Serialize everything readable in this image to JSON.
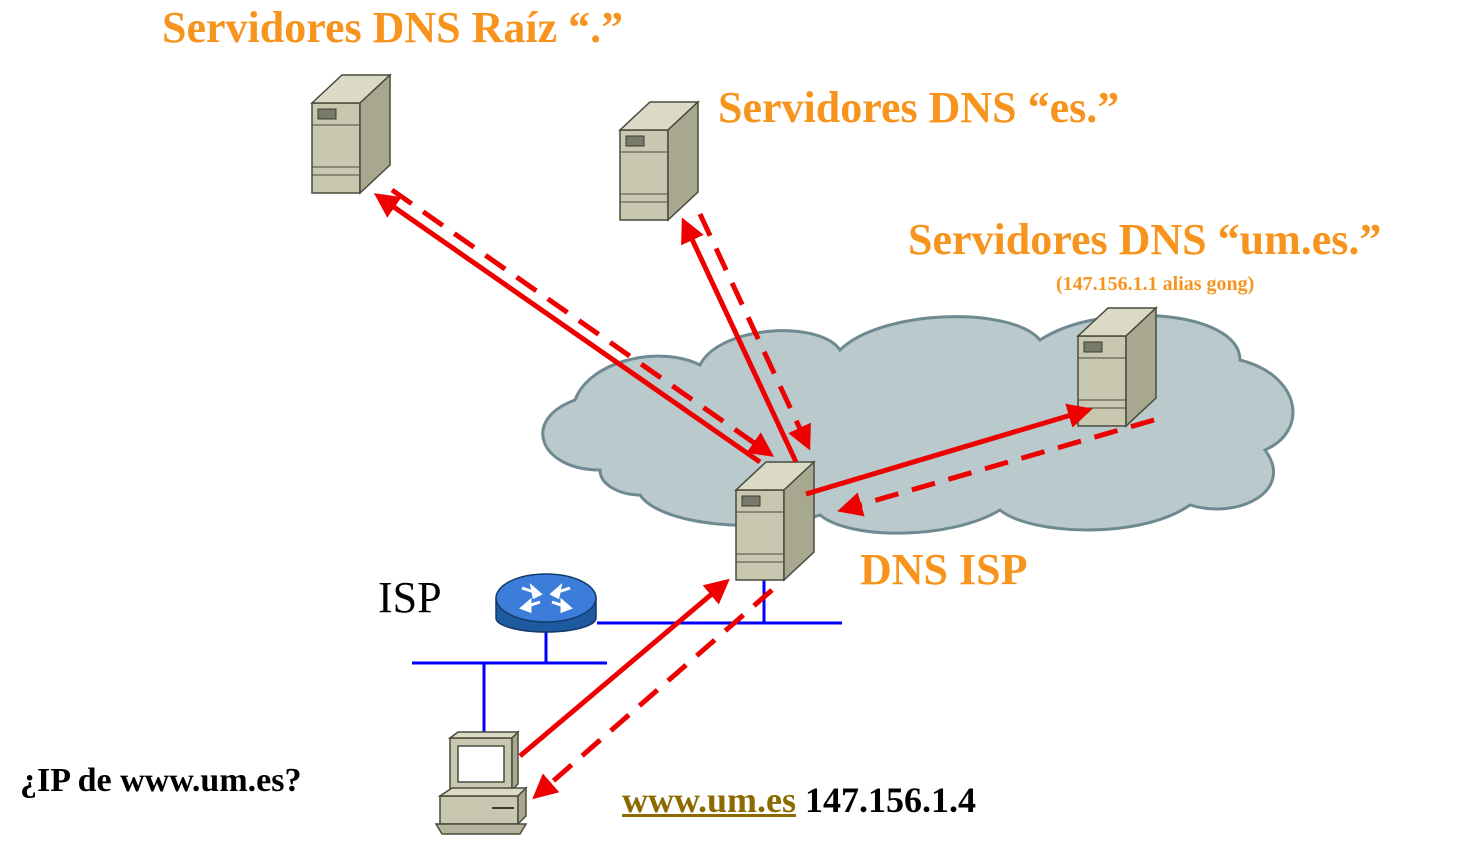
{
  "labels": {
    "root_servers": "Servidores DNS Raíz “.”",
    "es_servers": "Servidores DNS “es.”",
    "umes_servers": "Servidores DNS “um.es.”",
    "umes_note": "(147.156.1.1 alias gong)",
    "dns_isp": "DNS ISP",
    "isp": "ISP",
    "question": "¿IP de www.um.es?",
    "answer_host": "www.um.es",
    "answer_ip": "147.156.1.4"
  },
  "colors": {
    "label_orange": "#f7941d",
    "arrow_red": "#ee0000",
    "network_blue": "#0000ff",
    "cloud_fill": "#b9c9cc",
    "cloud_stroke": "#6e8a90",
    "link_brown": "#8c6a00"
  },
  "icons": [
    "server-icon",
    "router-icon",
    "workstation-icon",
    "cloud-icon"
  ]
}
